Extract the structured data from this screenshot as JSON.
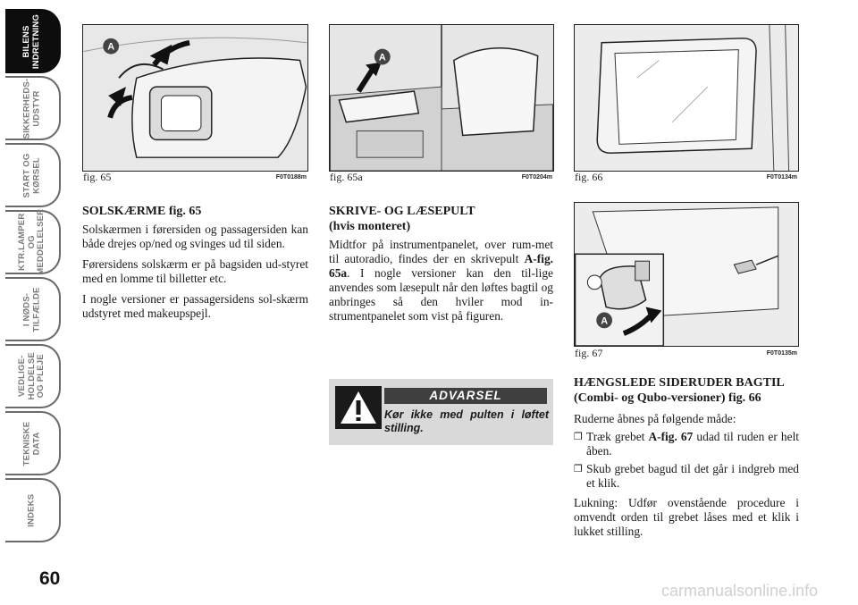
{
  "sidebar": {
    "tabs": [
      {
        "label": "BILENS\nINDRETNING",
        "active": true
      },
      {
        "label": "SIKKERHEDS-\nUDSTYR",
        "active": false
      },
      {
        "label": "START OG\nKØRSEL",
        "active": false
      },
      {
        "label": "KTR.LAMPER\nOG\nMEDDELELSER",
        "active": false
      },
      {
        "label": "I NØDS-\nTILFÆLDE",
        "active": false
      },
      {
        "label": "VEDLIGE-\nHOLDELSE\nOG PLEJE",
        "active": false
      },
      {
        "label": "TEKNISKE\nDATA",
        "active": false
      },
      {
        "label": "INDEKS",
        "active": false
      }
    ]
  },
  "page_number": "60",
  "figures": {
    "fig65": {
      "caption": "fig. 65",
      "code": "F0T0188m",
      "marker": "A"
    },
    "fig65a": {
      "caption": "fig. 65a",
      "code": "F0T0204m",
      "marker": "A"
    },
    "fig66": {
      "caption": "fig. 66",
      "code": "F0T0134m"
    },
    "fig67": {
      "caption": "fig. 67",
      "code": "F0T0135m",
      "marker": "A"
    }
  },
  "col1": {
    "heading": "SOLSKÆRME fig. 65",
    "p1": "Solskærmen i førersiden og passagersiden kan både drejes op/ned og svinges ud til siden.",
    "p2": "Førersidens solskærm er på bagsiden ud-styret med en lomme til billetter etc.",
    "p3": "I nogle versioner er passagersidens sol-skærm udstyret med makeupspejl."
  },
  "col2": {
    "heading_line1": "SKRIVE- OG LÆSEPULT",
    "heading_line2": "(hvis monteret)",
    "p1_a": "Midtfor på instrumentpanelet, over rum-met til autoradio, findes der en skrivepult ",
    "p1_ref": "A-fig. 65a",
    "p1_b": ". I nogle versioner kan den til-lige anvendes som læsepult når den løftes bagtil og anbringes så den hviler mod in-strumentpanelet som vist på figuren."
  },
  "warning": {
    "title": "ADVARSEL",
    "text": "Kør ikke med pulten i løftet stilling."
  },
  "col3": {
    "heading_line1": "HÆNGSLEDE SIDERUDER BAGTIL",
    "heading_line2": "(Combi- og Qubo-versioner) fig. 66",
    "intro": "Ruderne åbnes på følgende måde:",
    "bullet_symbol": "❒",
    "b1_a": "Træk grebet ",
    "b1_ref": "A-fig. 67",
    "b1_b": " udad til ruden er helt åben.",
    "b2": "Skub grebet bagud til det går i indgreb med et klik.",
    "closing": "Lukning: Udfør ovenstående procedure i omvendt orden til grebet låses med et klik i lukket stilling."
  },
  "watermark": "carmanualsonline.info"
}
